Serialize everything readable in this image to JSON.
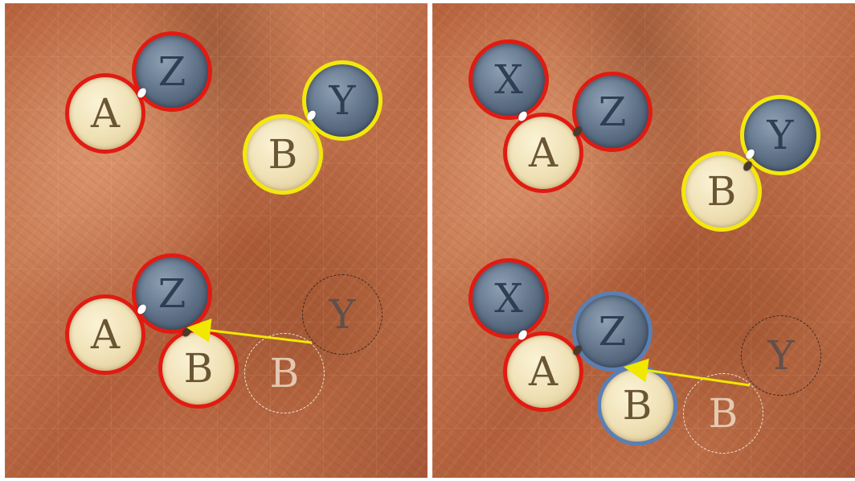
{
  "panels": [
    {
      "name": "left",
      "top_state": {
        "molecule_1": {
          "light": "A",
          "dark": "Z",
          "ring": "red"
        },
        "molecule_2": {
          "light": "B",
          "dark": "Y",
          "ring": "yellow"
        }
      },
      "bottom_state": {
        "molecule": {
          "light_1": "A",
          "dark": "Z",
          "light_2": "B",
          "ring": "red"
        },
        "ghosts": {
          "dark": "Y",
          "light": "B"
        }
      }
    },
    {
      "name": "right",
      "top_state": {
        "molecule_1": {
          "dark_1": "X",
          "light": "A",
          "dark_2": "Z",
          "ring": "red"
        },
        "molecule_2": {
          "light": "B",
          "dark": "Y",
          "ring": "yellow"
        }
      },
      "bottom_state": {
        "molecule": {
          "dark_1": "X",
          "light": "A",
          "dark_2": "Z",
          "light_2": "B",
          "ring": "red",
          "highlight_ring": "blue"
        },
        "ghosts": {
          "dark": "Y",
          "light": "B"
        }
      }
    }
  ],
  "colors": {
    "red_ring": "#e11b12",
    "yellow_ring": "#f3e80c",
    "blue_ring": "#5b7fb3",
    "arrow": "#f0e800",
    "background": "#b5603a"
  }
}
